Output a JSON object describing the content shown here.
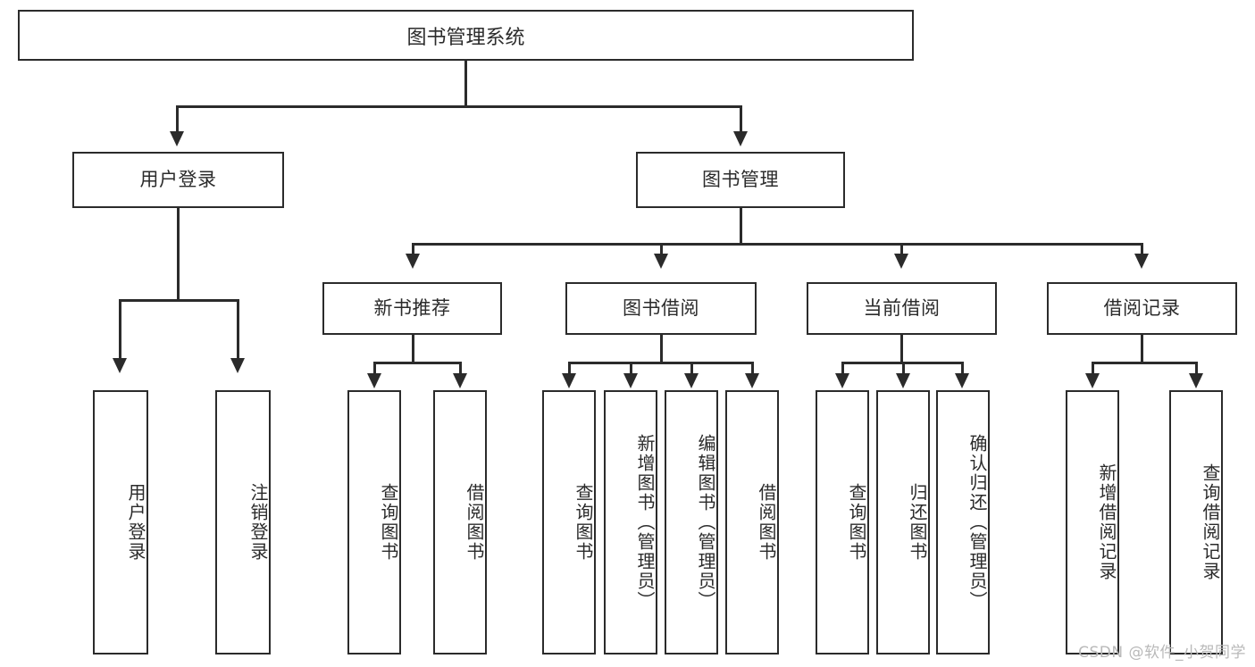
{
  "diagram": {
    "kind": "hierarchy-tree",
    "root": {
      "id": "root",
      "label": "图书管理系统"
    },
    "level1": [
      {
        "id": "user-login",
        "label": "用户登录"
      },
      {
        "id": "book-management",
        "label": "图书管理"
      }
    ],
    "level2": [
      {
        "id": "new-book-recommend",
        "label": "新书推荐",
        "parent": "book-management"
      },
      {
        "id": "book-borrow",
        "label": "图书借阅",
        "parent": "book-management"
      },
      {
        "id": "current-borrow",
        "label": "当前借阅",
        "parent": "book-management"
      },
      {
        "id": "borrow-records",
        "label": "借阅记录",
        "parent": "book-management"
      }
    ],
    "leaves": {
      "user-login": [
        {
          "id": "leaf-user-login",
          "label": "用户登录"
        },
        {
          "id": "leaf-logout-login",
          "label": "注销登录"
        }
      ],
      "new-book-recommend": [
        {
          "id": "leaf-query-book-1",
          "label": "查询图书"
        },
        {
          "id": "leaf-borrow-book-1",
          "label": "借阅图书"
        }
      ],
      "book-borrow": [
        {
          "id": "leaf-query-book-2",
          "label": "查询图书"
        },
        {
          "id": "leaf-add-book",
          "label": "新增图书（管理员）"
        },
        {
          "id": "leaf-edit-book",
          "label": "编辑图书（管理员）"
        },
        {
          "id": "leaf-borrow-book-2",
          "label": "借阅图书"
        }
      ],
      "current-borrow": [
        {
          "id": "leaf-query-book-3",
          "label": "查询图书"
        },
        {
          "id": "leaf-return-book",
          "label": "归还图书"
        },
        {
          "id": "leaf-confirm-return",
          "label": "确认归还（管理员）"
        }
      ],
      "borrow-records": [
        {
          "id": "leaf-add-record",
          "label": "新增借阅记录"
        },
        {
          "id": "leaf-query-record",
          "label": "查询借阅记录"
        }
      ]
    }
  },
  "watermark": {
    "text": "CSDN @软件_小贺同学"
  },
  "colors": {
    "stroke": "#2b2b2b",
    "text": "#2b2b2b",
    "background": "#ffffff",
    "watermark": "#b9b9b9"
  }
}
